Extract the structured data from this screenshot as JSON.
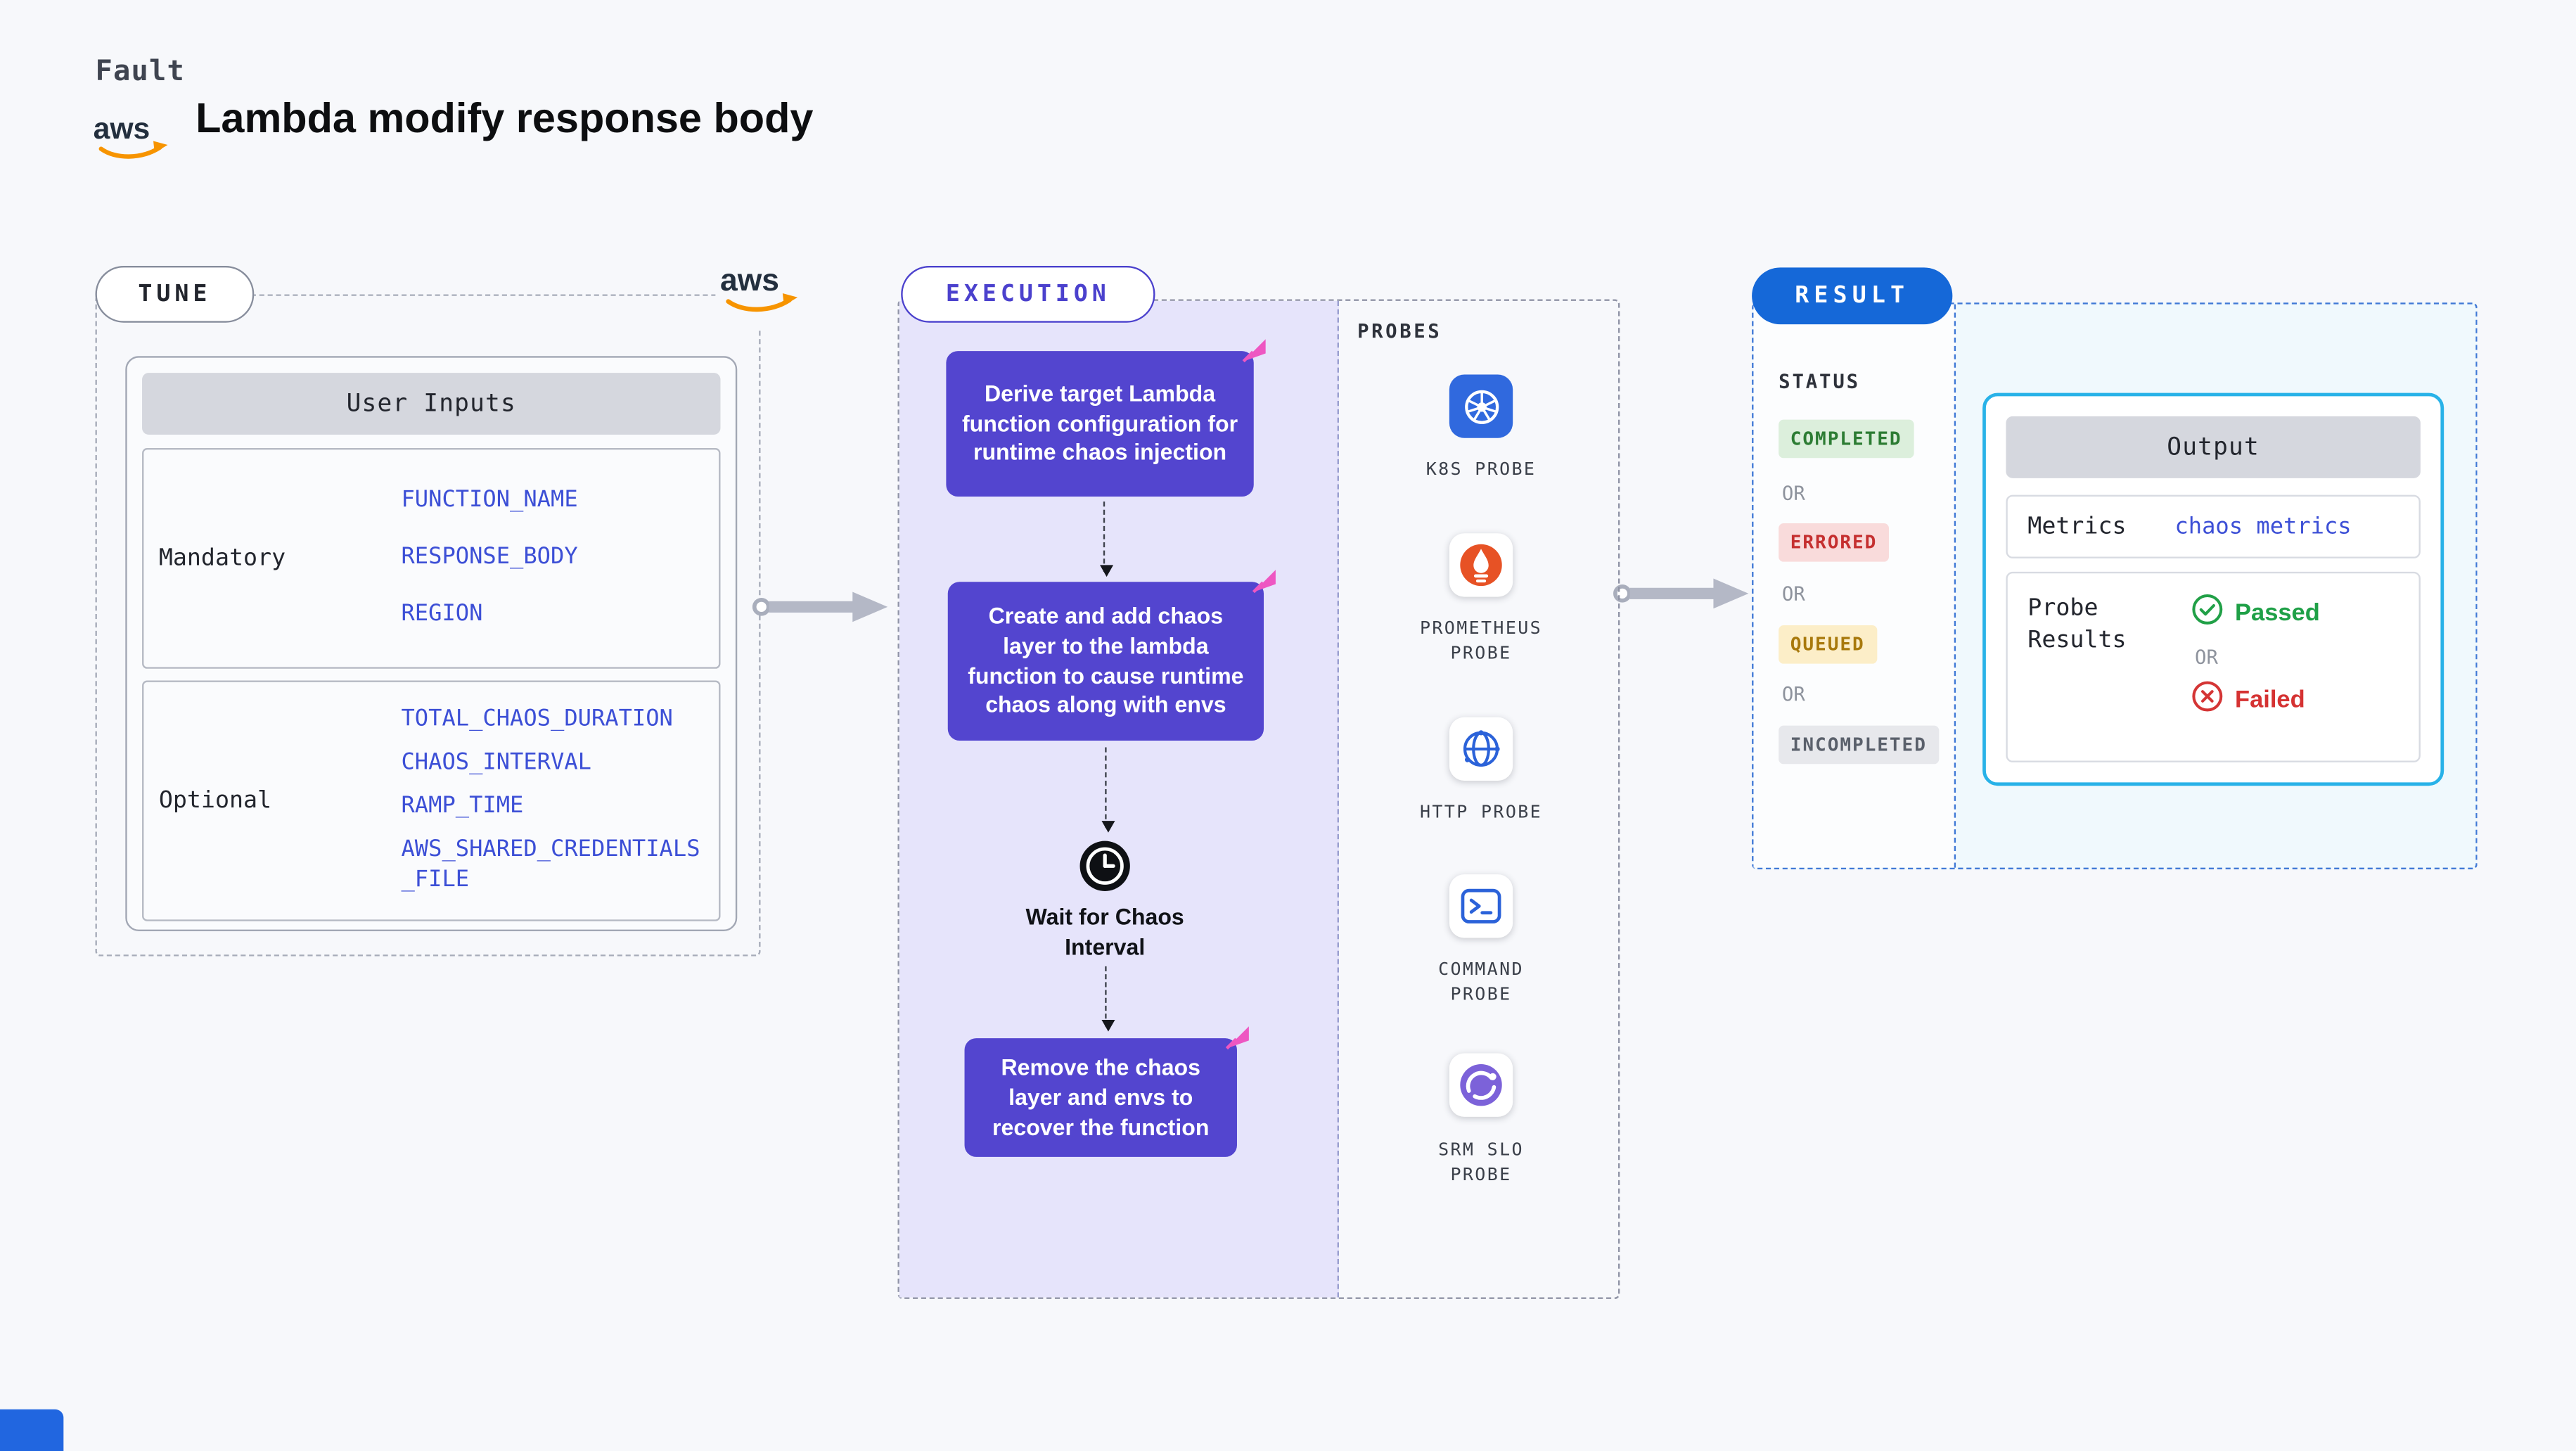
{
  "page": {
    "fault_label": "Fault",
    "title": "Lambda modify response body",
    "aws_logo_text": "aws"
  },
  "tune": {
    "pill": "TUNE",
    "table_header": "User Inputs",
    "mandatory_label": "Mandatory",
    "mandatory_values": [
      "FUNCTION_NAME",
      "RESPONSE_BODY",
      "REGION"
    ],
    "optional_label": "Optional",
    "optional_values": [
      "TOTAL_CHAOS_DURATION",
      "CHAOS_INTERVAL",
      "RAMP_TIME",
      "AWS_SHARED_CREDENTIALS_FILE"
    ]
  },
  "execution": {
    "pill": "EXECUTION",
    "steps": [
      "Derive target Lambda function configuration for runtime chaos injection",
      "Create and add chaos layer to the lambda function to cause runtime chaos along with envs"
    ],
    "wait_label": "Wait for Chaos Interval",
    "final_step": "Remove the chaos layer and envs to recover the function"
  },
  "probes": {
    "title": "PROBES",
    "items": [
      {
        "name": "K8S PROBE",
        "icon": "kubernetes-icon"
      },
      {
        "name": "PROMETHEUS PROBE",
        "icon": "prometheus-icon"
      },
      {
        "name": "HTTP PROBE",
        "icon": "http-globe-icon"
      },
      {
        "name": "COMMAND PROBE",
        "icon": "terminal-icon"
      },
      {
        "name": "SRM SLO PROBE",
        "icon": "srm-slo-icon"
      }
    ]
  },
  "result": {
    "pill": "RESULT",
    "status_label": "STATUS",
    "statuses": [
      "COMPLETED",
      "ERRORED",
      "QUEUED",
      "INCOMPLETED"
    ],
    "or_label": "OR",
    "output": {
      "header": "Output",
      "metrics_label": "Metrics",
      "metrics_value": "chaos metrics",
      "probe_results_label": "Probe Results",
      "passed_label": "Passed",
      "failed_label": "Failed",
      "or_label": "OR"
    }
  },
  "colors": {
    "step_purple": "#5345cf",
    "execution_bg": "#e6e4fb",
    "result_pill_blue": "#1568d8",
    "output_border_cyan": "#28b2e8",
    "value_blue": "#3c4fd6",
    "passed_green": "#1fa047",
    "failed_red": "#d53232",
    "completed_green": "#2c7c33",
    "errored_red": "#c53030",
    "queued_amber": "#a8790c",
    "incompleted_gray": "#5a606b",
    "aws_orange": "#f79400",
    "arrow_gray": "#b4b8c6"
  }
}
